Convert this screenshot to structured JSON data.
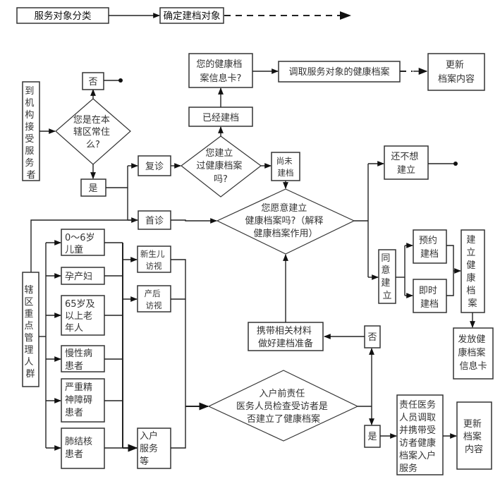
{
  "header": {
    "step1": "服务对象分类",
    "step2": "确定建档对象"
  },
  "nodes": {
    "visitor": [
      "到",
      "机",
      "构",
      "接",
      "受",
      "服",
      "务",
      "者"
    ],
    "resident_question": [
      "您是在本",
      "辖区常住",
      "么?"
    ],
    "resident_no": "否",
    "resident_yes": "是",
    "revisit": "复诊",
    "first_visit": "首诊",
    "record_question": [
      "您建立",
      "过健康档案",
      "吗?"
    ],
    "already_recorded": "已经建档",
    "card_question": [
      "您的健康档",
      "案信息卡?"
    ],
    "retrieve_record": "调取服务对象的健康档案",
    "update_top": [
      "更新",
      "档案内容"
    ],
    "not_recorded": [
      "尚未",
      "建档"
    ],
    "willing_question": [
      "您愿意建立",
      "健康档案吗?（解释",
      "健康档案作用）"
    ],
    "not_yet": [
      "还不想",
      "建立"
    ],
    "agree": [
      "同",
      "意",
      "建",
      "立"
    ],
    "appointment": [
      "预约",
      "建档"
    ],
    "immediate": [
      "即时",
      "建档"
    ],
    "build_record": [
      "建",
      "立",
      "健",
      "康",
      "档",
      "案"
    ],
    "issue_card": [
      "发放健",
      "康档案",
      "信息卡"
    ],
    "key_groups": [
      "辖",
      "区",
      "重",
      "点",
      "管",
      "理",
      "人",
      "群"
    ],
    "children": [
      "0～6岁",
      "儿童"
    ],
    "pregnant": "孕产妇",
    "elderly": [
      "65岁及",
      "以上老",
      "年人"
    ],
    "chronic": [
      "慢性病",
      "患者"
    ],
    "mental": [
      "严重精",
      "神障碍",
      "患者"
    ],
    "tb": [
      "肺结核",
      "患者"
    ],
    "newborn_visit": [
      "新生儿",
      "访视"
    ],
    "postpartum_visit": [
      "产后",
      "访视"
    ],
    "home_service": [
      "入户",
      "服务",
      "等"
    ],
    "home_question": [
      "入户前责任",
      "医务人员检查受访者是",
      "否建立了健康档案"
    ],
    "home_no": "否",
    "prepare": [
      "携带相关材料",
      "做好建档准备"
    ],
    "home_yes": "是",
    "staff_bring": [
      "责任医务",
      "人员调取",
      "并携带受",
      "访者健康",
      "档案入户",
      "服务"
    ],
    "update_bottom": [
      "更新",
      "档案",
      "内容"
    ]
  }
}
